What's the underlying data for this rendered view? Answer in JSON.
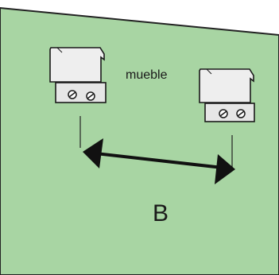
{
  "diagram": {
    "labels": {
      "furniture": "mueble",
      "dimension": "B"
    },
    "colors": {
      "wall": "#a8d5a3",
      "wall_edge": "#222222",
      "bracket": "#eeeeee",
      "bracket_outline": "#1a1a1a",
      "arrow": "#111111"
    },
    "icons": {
      "brackets": "wall-mount-bracket-icon",
      "screws": "screw-icon"
    },
    "brackets_count": 2,
    "screws_per_bracket": 2
  }
}
